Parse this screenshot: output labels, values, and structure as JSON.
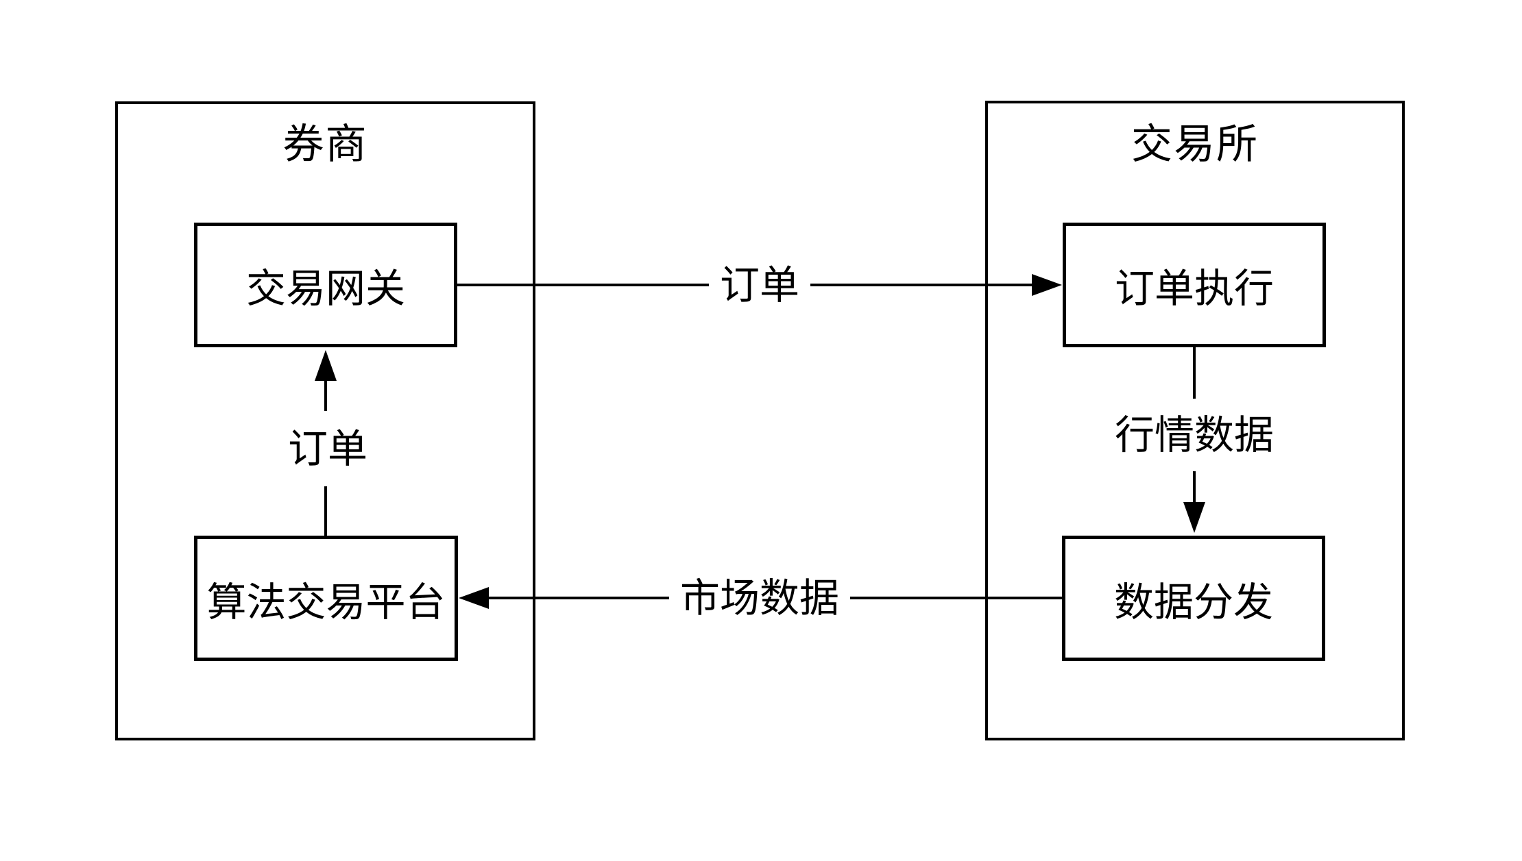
{
  "page": {
    "background_color": "#ffffff",
    "line_color": "#000000",
    "text_color": "#000000"
  },
  "diagram": {
    "broker": {
      "title": "券商",
      "gateway_label": "交易网关",
      "algo_platform_label": "算法交易平台",
      "order_arrow_label": "订单"
    },
    "exchange": {
      "title": "交易所",
      "order_execution_label": "订单执行",
      "data_distribution_label": "数据分发",
      "quote_arrow_label": "行情数据"
    },
    "cross_flows": {
      "order_label": "订单",
      "market_data_label": "市场数据"
    }
  }
}
